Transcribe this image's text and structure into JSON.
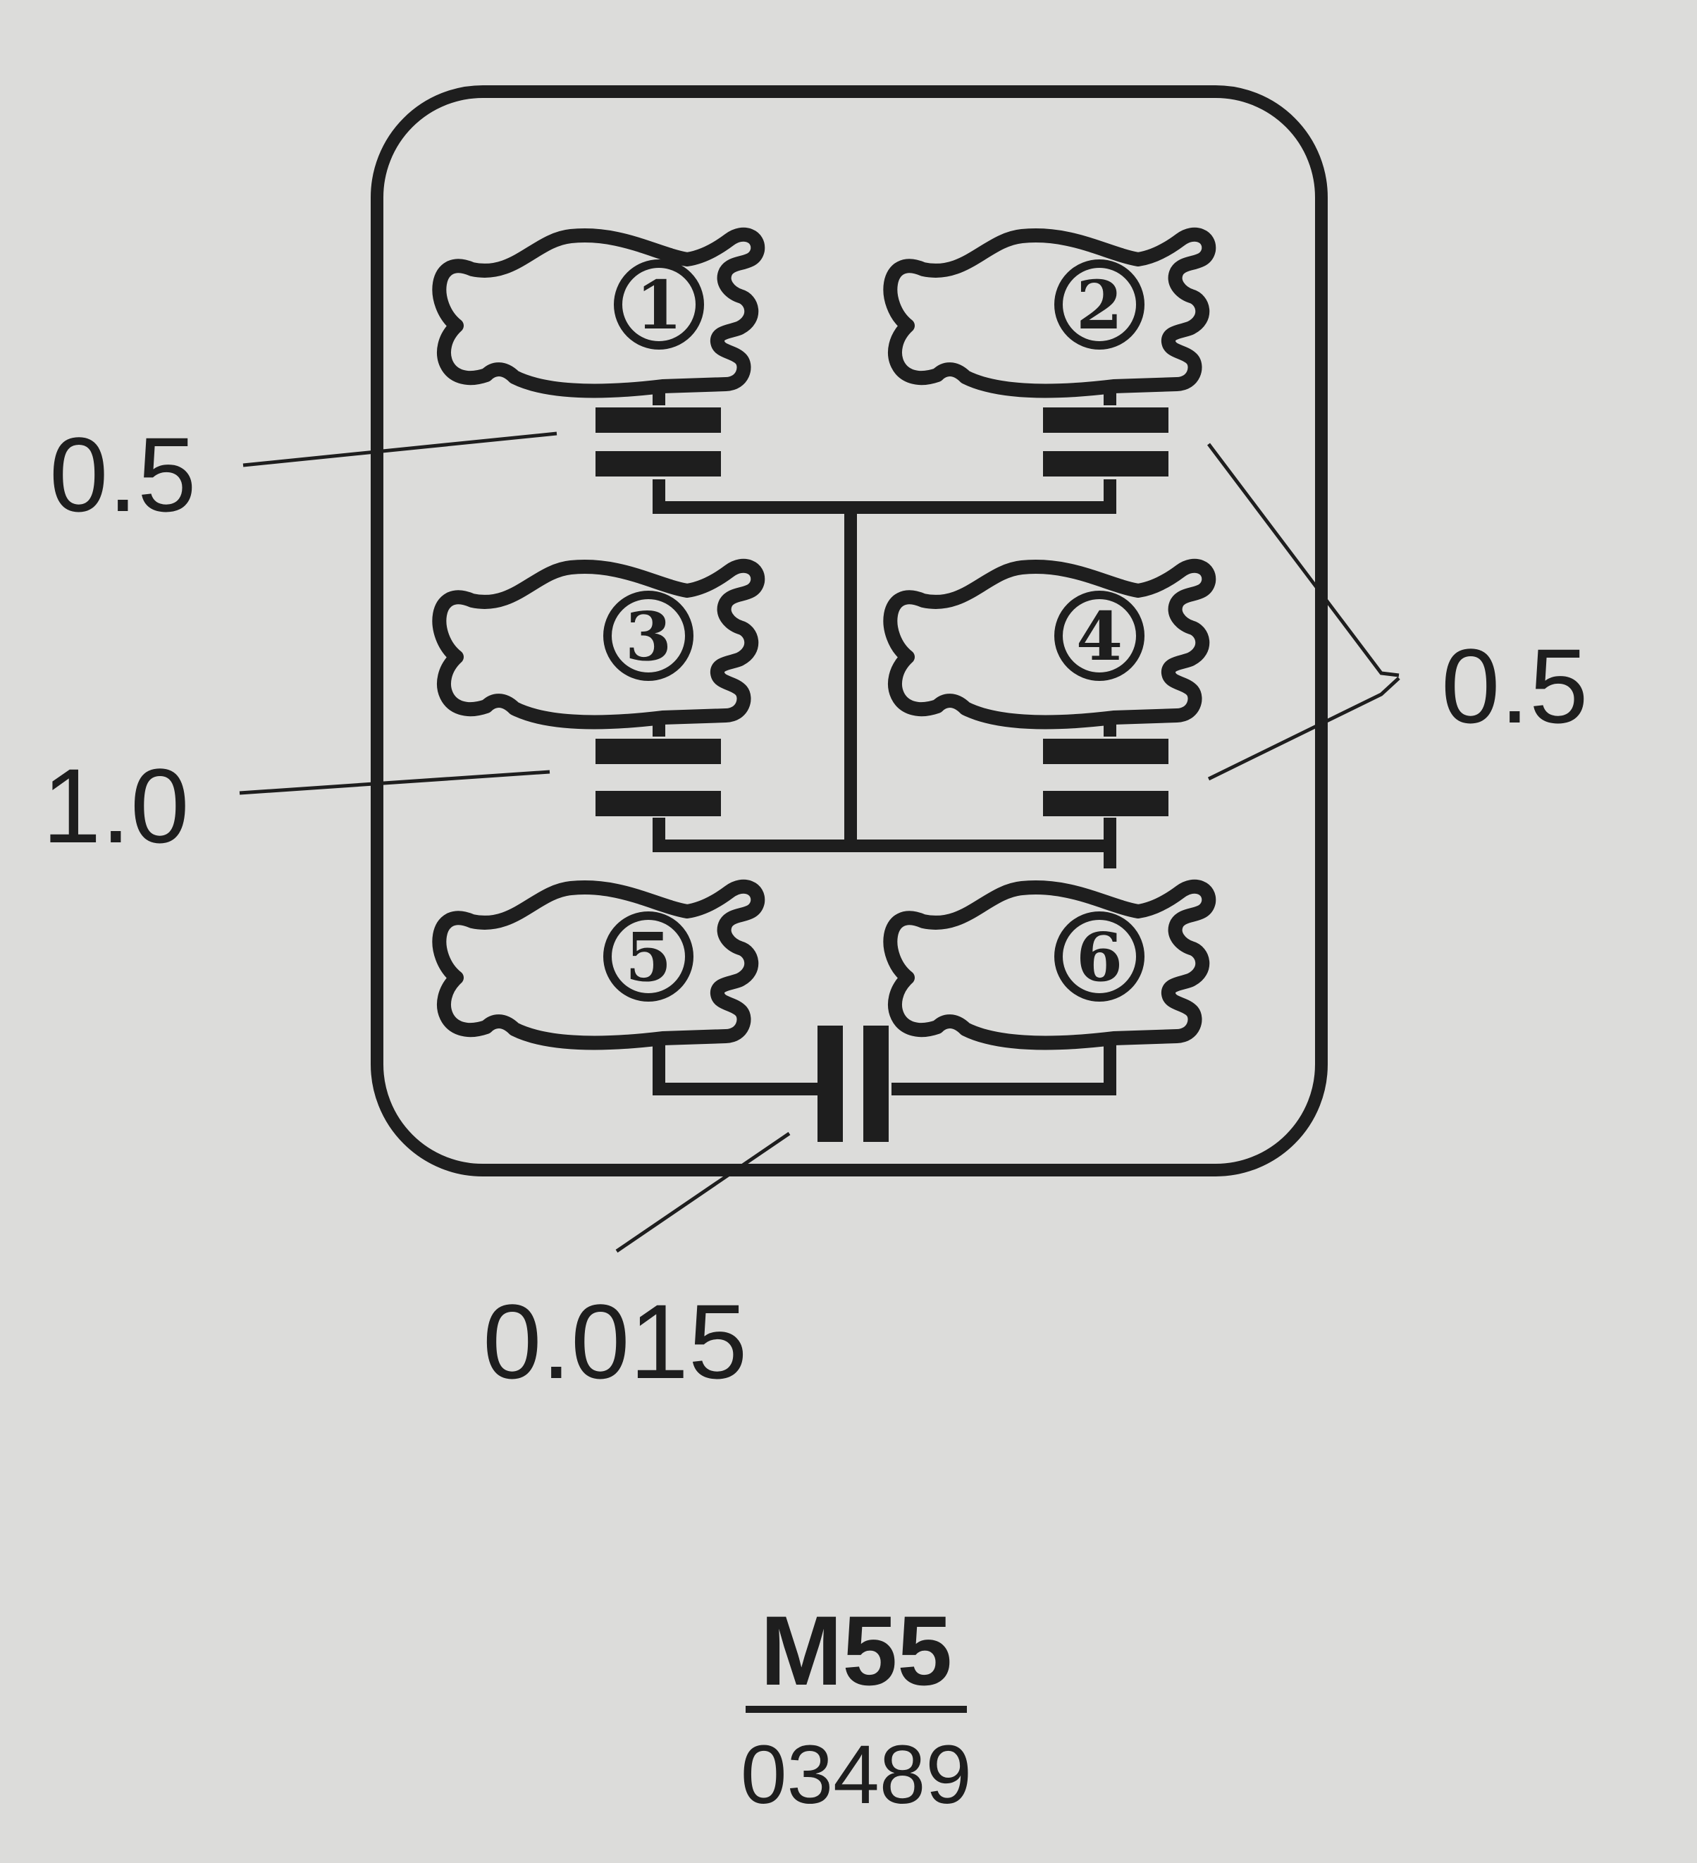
{
  "parts": [
    {
      "number": "1"
    },
    {
      "number": "2"
    },
    {
      "number": "3"
    },
    {
      "number": "4"
    },
    {
      "number": "5"
    },
    {
      "number": "6"
    }
  ],
  "labels": {
    "cap_top_left": "0.5",
    "cap_left_middle": "1.0",
    "cap_right_pair": "0.5",
    "cap_bottom": "0.015"
  },
  "sheet": {
    "code": "M55",
    "number": "03489"
  },
  "colors": {
    "ink": "#1e1e1e",
    "paper": "#dcdcda"
  }
}
